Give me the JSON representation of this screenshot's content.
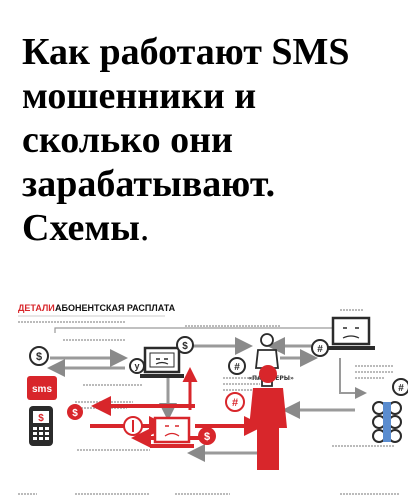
{
  "title": {
    "line1": "Как работают SMS",
    "line2": "мошенники и",
    "line3": "сколько они",
    "line4": "зарабатывают.",
    "line5": "Схемы",
    "dot": "."
  },
  "diagram": {
    "heading_red": "ДЕТАЛИ",
    "heading_black": "АБОНЕНТСКАЯ РАСПЛАТА",
    "sms_badge": "sms",
    "symbol_dollar": "$",
    "symbol_hash": "#",
    "symbol_y": "y",
    "partner_label": "«ПАРТНЕРЫ»",
    "colors": {
      "red": "#d8262b",
      "dark": "#2b2b2b",
      "grey": "#6b6b6b",
      "blue": "#2a6fb5"
    }
  }
}
